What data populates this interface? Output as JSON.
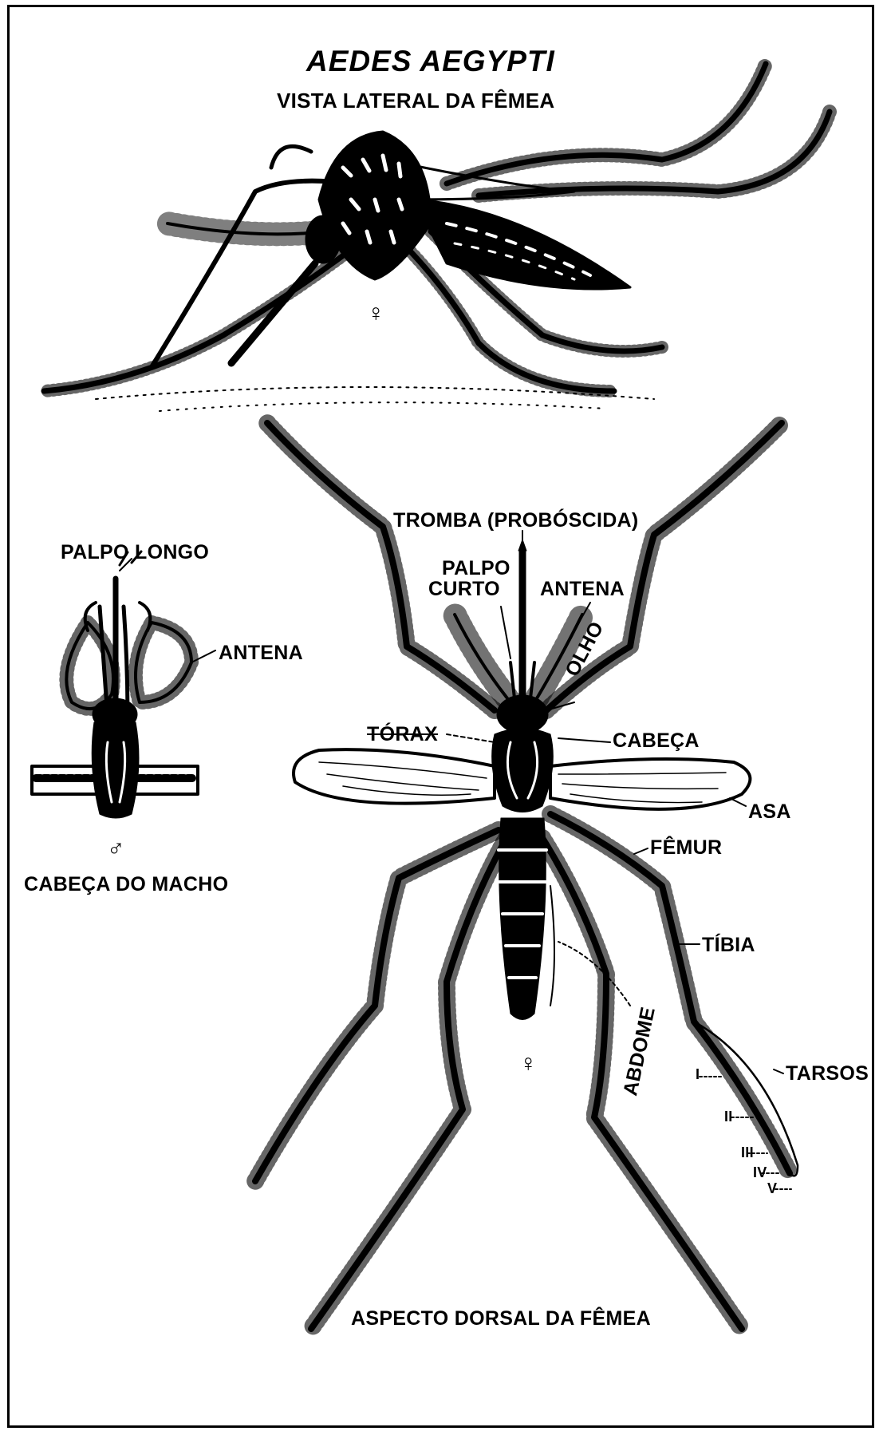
{
  "title": "AEDES AEGYPTI",
  "subtitle": "VISTA LATERAL DA FÊMEA",
  "lateral_sex_symbol": "♀",
  "dorsal_sex_symbol": "♀",
  "male_sex_symbol": "♂",
  "male_head_caption": "CABEÇA DO MACHO",
  "dorsal_caption": "ASPECTO DORSAL DA FÊMEA",
  "labels": {
    "palpo_longo": "PALPO LONGO",
    "antena_male": "ANTENA",
    "tromba": "TROMBA (PROBÓSCIDA)",
    "palpo_curto_1": "PALPO",
    "palpo_curto_2": "CURTO",
    "antena": "ANTENA",
    "olho": "OLHO",
    "torax": "TÓRAX",
    "cabeca": "CABEÇA",
    "asa": "ASA",
    "femur": "FÊMUR",
    "tibia": "TÍBIA",
    "abdome": "ABDOME",
    "tarsos": "TARSOS"
  },
  "tarsus_numerals": [
    "I",
    "II",
    "III",
    "IV",
    "V"
  ],
  "colors": {
    "ink": "#000000",
    "paper": "#ffffff"
  }
}
